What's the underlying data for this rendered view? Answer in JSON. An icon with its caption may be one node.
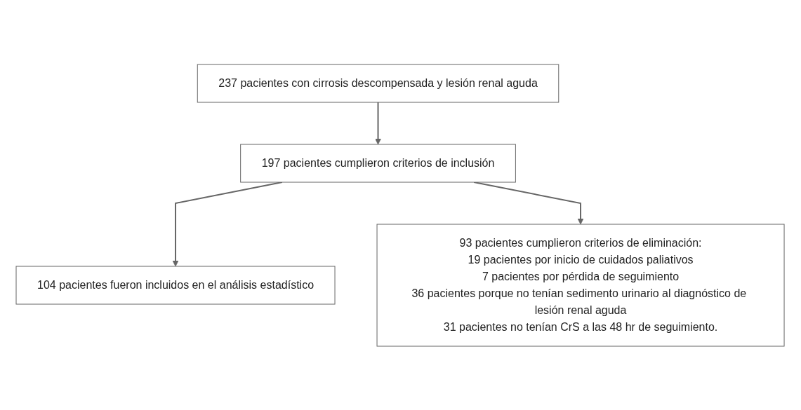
{
  "diagram": {
    "nodes": [
      {
        "text": [
          "237 pacientes con cirrosis descompensada y lesión renal aguda"
        ]
      },
      {
        "text": [
          "197 pacientes cumplieron criterios de inclusión"
        ]
      },
      {
        "text": [
          "104 pacientes fueron incluidos en el análisis estadístico"
        ]
      },
      {
        "text": [
          "93 pacientes cumplieron criterios de eliminación:",
          "19 pacientes por inicio de cuidados paliativos",
          "7 pacientes por pérdida de seguimiento",
          "36 pacientes porque no tenían sedimento urinario al diagnóstico de lesión renal aguda",
          "31 pacientes no tenían CrS a las 48 hr de seguimiento."
        ]
      }
    ],
    "edges": [
      {
        "from": 0,
        "to": 1,
        "arrow": "to"
      },
      {
        "from": 1,
        "to": 2,
        "arrow": "to"
      },
      {
        "from": 1,
        "to": 3,
        "arrow": "to"
      }
    ]
  }
}
